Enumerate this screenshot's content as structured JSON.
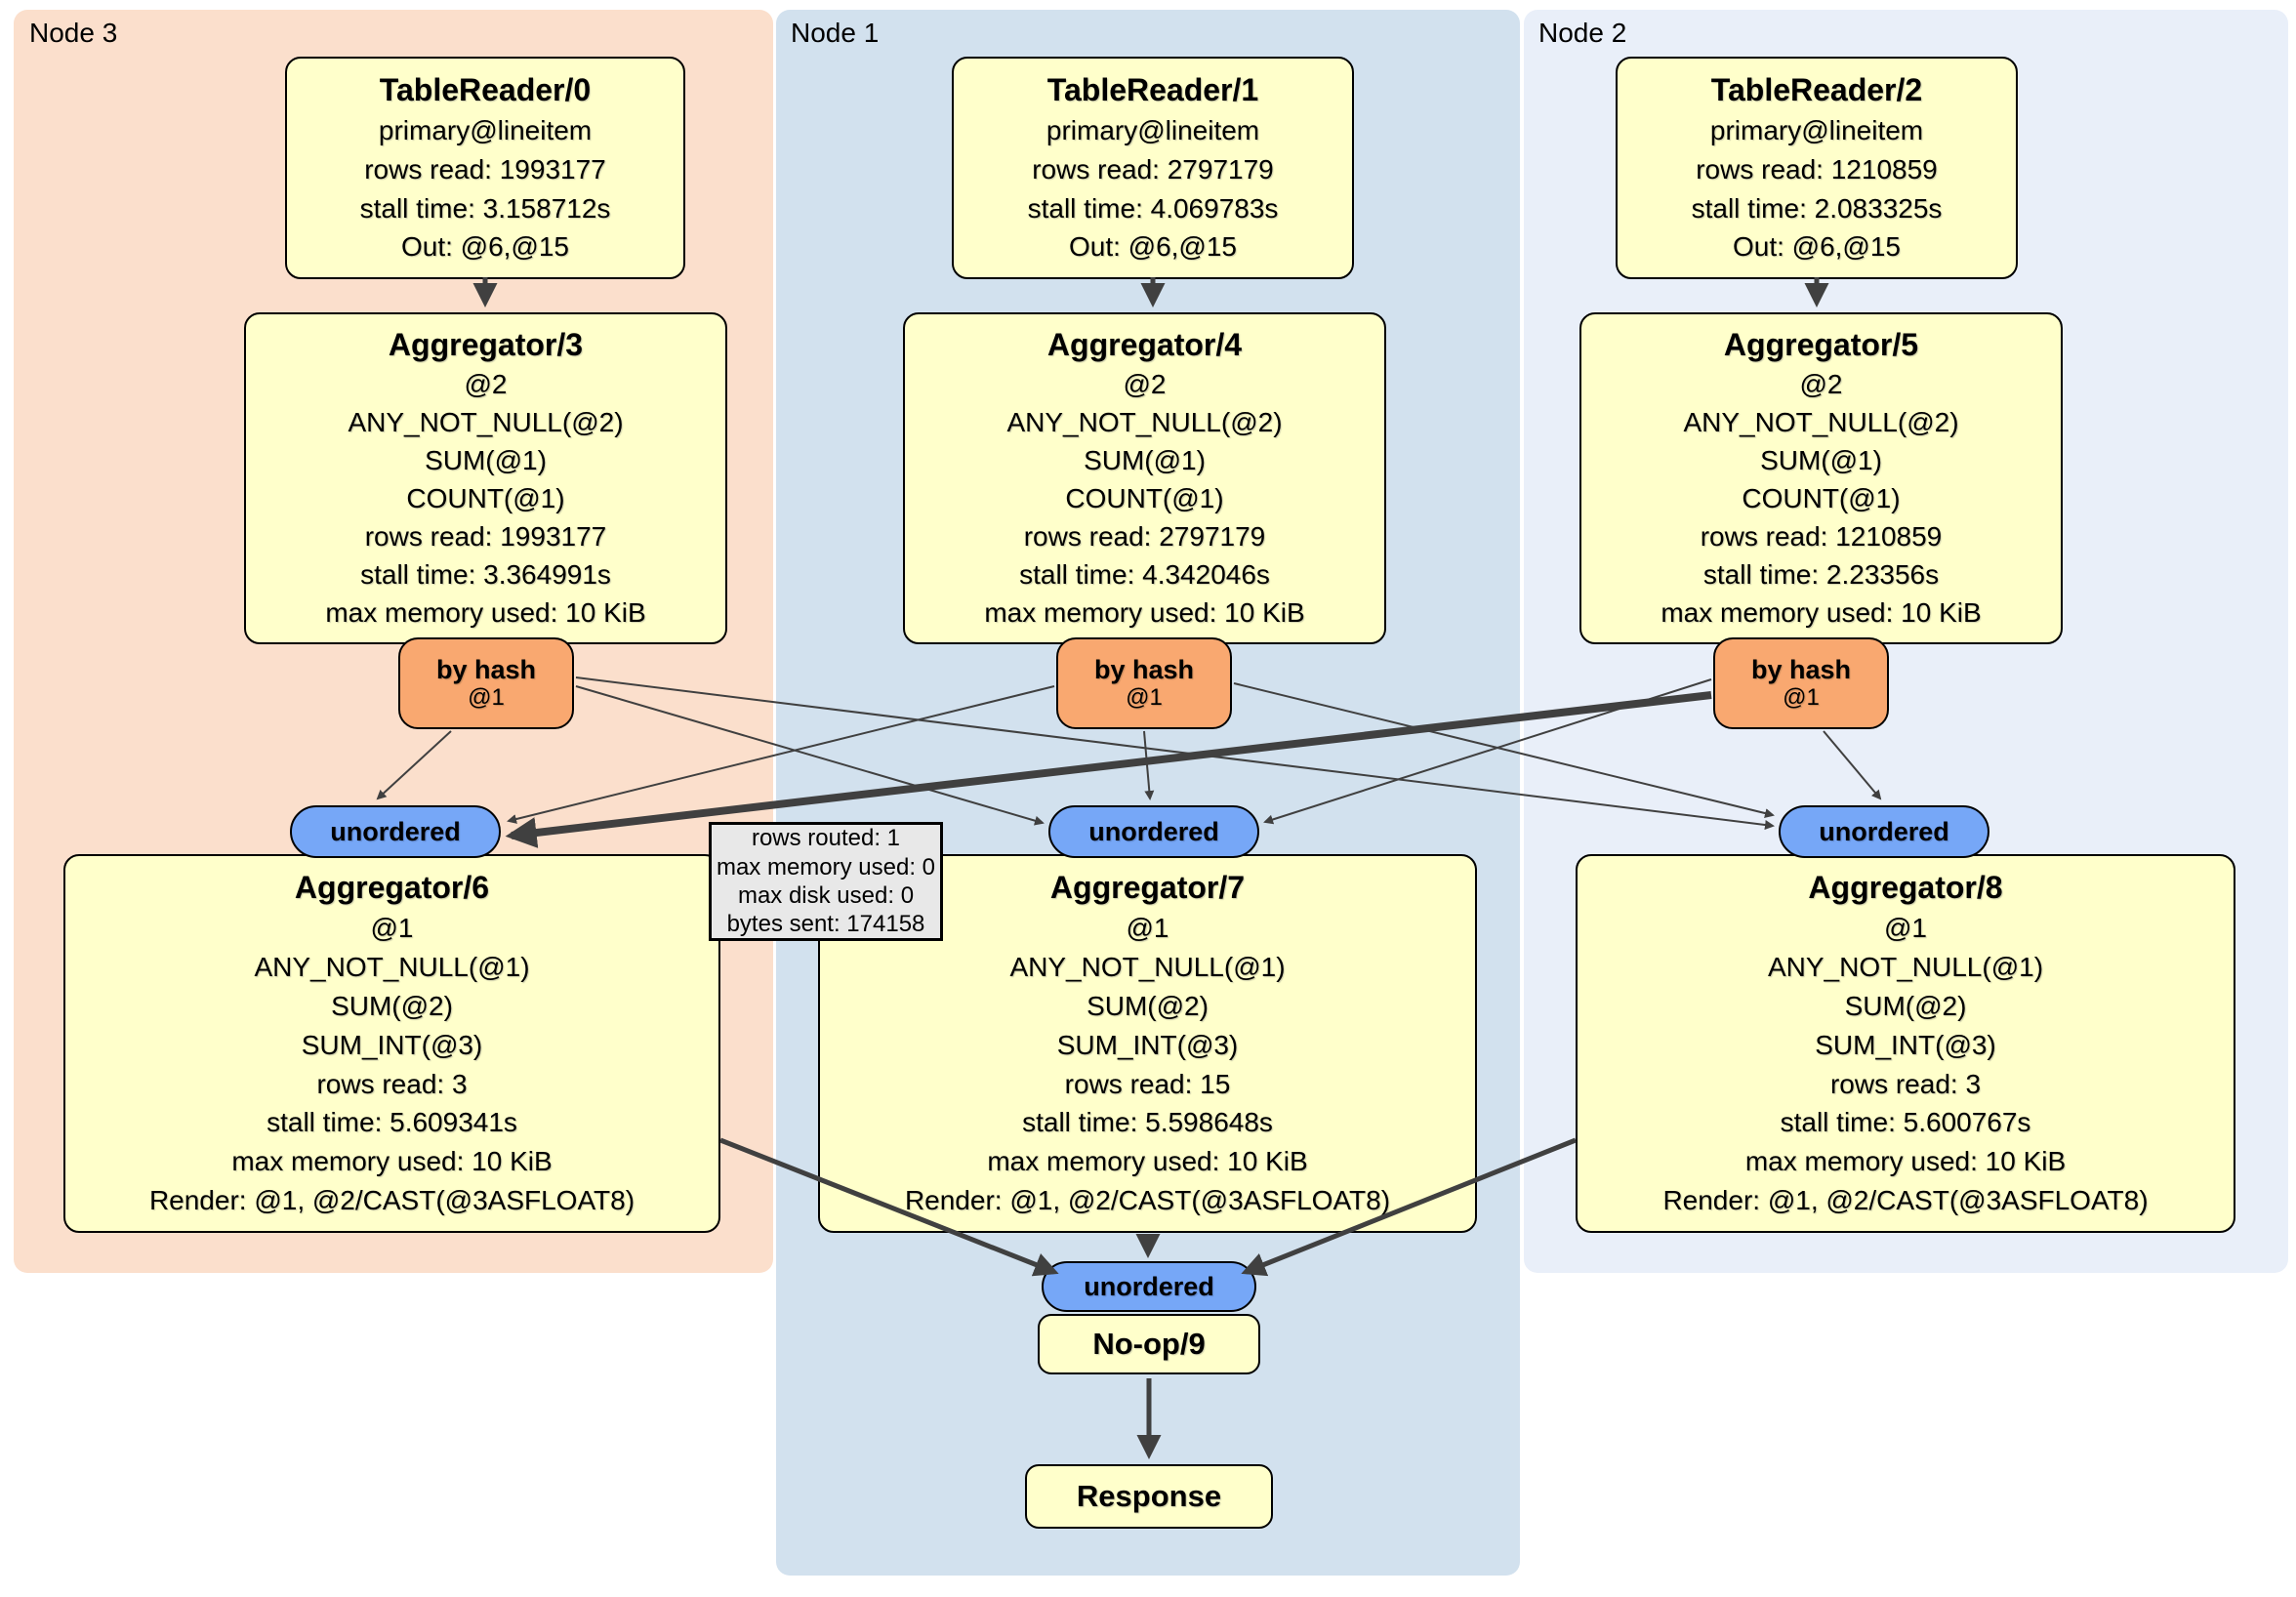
{
  "colors": {
    "node3-bg": "#fbdfcc",
    "node1-bg": "#d2e1ee",
    "node2-bg": "#e9eff9",
    "box-bg": "#ffffcb",
    "router-bg": "#f9a870",
    "sync-bg": "#76a7f7",
    "tooltip-bg": "#e8e8e8",
    "edge": "#404040"
  },
  "nodes": [
    {
      "label": "Node 3",
      "table_reader": {
        "title": "TableReader/0",
        "lines": [
          "primary@lineitem",
          "rows read: 1993177",
          "stall time: 3.158712s",
          "Out: @6,@15"
        ]
      },
      "aggregator_top": {
        "title": "Aggregator/3",
        "lines": [
          "@2",
          "ANY_NOT_NULL(@2)",
          "SUM(@1)",
          "COUNT(@1)",
          "rows read: 1993177",
          "stall time: 3.364991s",
          "max memory used: 10 KiB"
        ]
      },
      "router": {
        "title": "by hash",
        "subtitle": "@1"
      },
      "sync": {
        "label": "unordered"
      },
      "aggregator_bottom": {
        "title": "Aggregator/6",
        "lines": [
          "@1",
          "ANY_NOT_NULL(@1)",
          "SUM(@2)",
          "SUM_INT(@3)",
          "rows read: 3",
          "stall time: 5.609341s",
          "max memory used: 10 KiB",
          "Render: @1, @2/CAST(@3ASFLOAT8)"
        ]
      }
    },
    {
      "label": "Node 1",
      "table_reader": {
        "title": "TableReader/1",
        "lines": [
          "primary@lineitem",
          "rows read: 2797179",
          "stall time: 4.069783s",
          "Out: @6,@15"
        ]
      },
      "aggregator_top": {
        "title": "Aggregator/4",
        "lines": [
          "@2",
          "ANY_NOT_NULL(@2)",
          "SUM(@1)",
          "COUNT(@1)",
          "rows read: 2797179",
          "stall time: 4.342046s",
          "max memory used: 10 KiB"
        ]
      },
      "router": {
        "title": "by hash",
        "subtitle": "@1"
      },
      "sync": {
        "label": "unordered"
      },
      "aggregator_bottom": {
        "title": "Aggregator/7",
        "lines": [
          "@1",
          "ANY_NOT_NULL(@1)",
          "SUM(@2)",
          "SUM_INT(@3)",
          "rows read: 15",
          "stall time: 5.598648s",
          "max memory used: 10 KiB",
          "Render: @1, @2/CAST(@3ASFLOAT8)"
        ]
      }
    },
    {
      "label": "Node 2",
      "table_reader": {
        "title": "TableReader/2",
        "lines": [
          "primary@lineitem",
          "rows read: 1210859",
          "stall time: 2.083325s",
          "Out: @6,@15"
        ]
      },
      "aggregator_top": {
        "title": "Aggregator/5",
        "lines": [
          "@2",
          "ANY_NOT_NULL(@2)",
          "SUM(@1)",
          "COUNT(@1)",
          "rows read: 1210859",
          "stall time: 2.23356s",
          "max memory used: 10 KiB"
        ]
      },
      "router": {
        "title": "by hash",
        "subtitle": "@1"
      },
      "sync": {
        "label": "unordered"
      },
      "aggregator_bottom": {
        "title": "Aggregator/8",
        "lines": [
          "@1",
          "ANY_NOT_NULL(@1)",
          "SUM(@2)",
          "SUM_INT(@3)",
          "rows read: 3",
          "stall time: 5.600767s",
          "max memory used: 10 KiB",
          "Render: @1, @2/CAST(@3ASFLOAT8)"
        ]
      }
    }
  ],
  "final": {
    "sync_label": "unordered",
    "noop_title": "No-op/9",
    "response_title": "Response"
  },
  "edge_tooltip": {
    "lines": [
      "rows routed: 1",
      "max memory used: 0",
      "max disk used: 0",
      "bytes sent: 174158"
    ]
  }
}
